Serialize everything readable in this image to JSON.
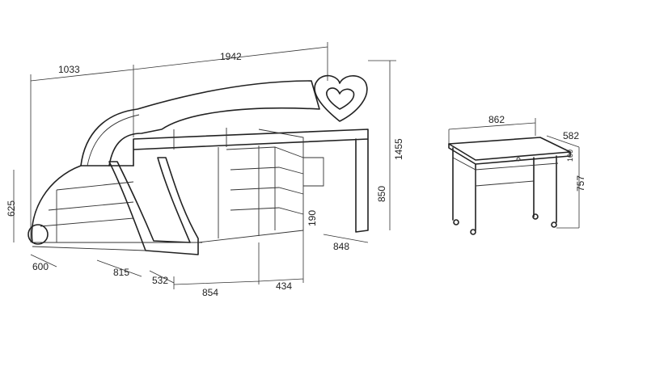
{
  "bed": {
    "dimensions": {
      "top_left_length": "1033",
      "top_length": "1942",
      "total_height": "1455",
      "desk_height": "850",
      "stair_height": "625",
      "drawer_height": "190",
      "depth": "848",
      "stair_width": "600",
      "stair_depth": "815",
      "slide_width": "532",
      "cabinet_length": "854",
      "shelf_length": "434"
    }
  },
  "desk": {
    "dimensions": {
      "width": "862",
      "depth": "582",
      "drawer_height": "100",
      "height": "757"
    }
  }
}
